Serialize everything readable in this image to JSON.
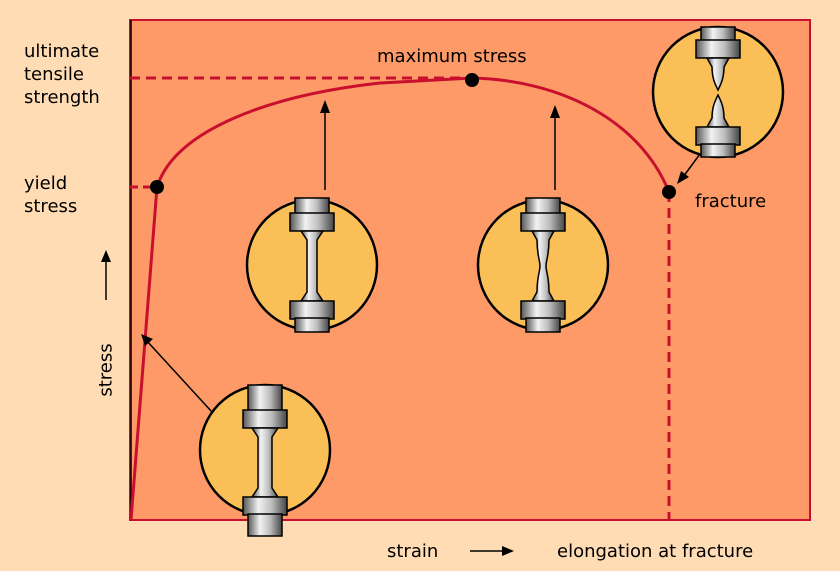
{
  "labels": {
    "uts": [
      "ultimate",
      "tensile",
      "strength"
    ],
    "yield": [
      "yield",
      "stress"
    ],
    "max_stress": "maximum stress",
    "fracture": "fracture",
    "x_axis": "strain",
    "y_axis": "stress",
    "elongation": "elongation at fracture"
  },
  "colors": {
    "page_bg": "#ffdcb3",
    "plot_bg": "#fd9a68",
    "curve": "#c8102e",
    "circle_fill": "#fbbf58",
    "grip": "#8c8c8c",
    "specimen": "#d0d0d0"
  },
  "points": [
    "yield-point",
    "maximum-stress-point",
    "fracture-point"
  ],
  "specimen_stages": [
    "elastic",
    "uniform-elongation",
    "necking",
    "fracture"
  ]
}
